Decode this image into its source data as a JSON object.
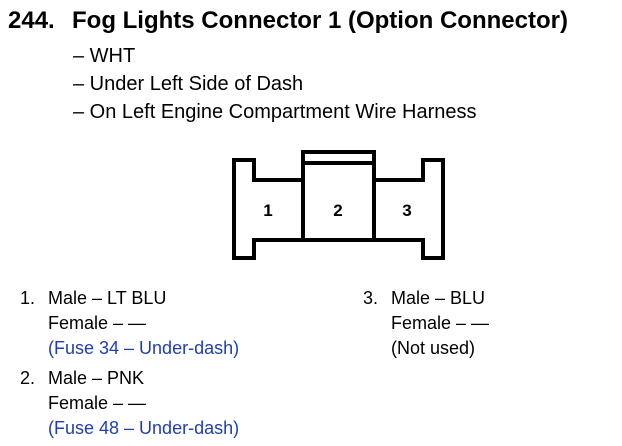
{
  "title": {
    "number": "244.",
    "text": "Fog Lights Connector 1 (Option Connector)"
  },
  "description": [
    "– WHT",
    "– Under Left Side of Dash",
    "– On Left Engine Compartment Wire Harness"
  ],
  "connector": {
    "pins": [
      "1",
      "2",
      "3"
    ]
  },
  "pins": [
    {
      "index": "1.",
      "male": "Male – LT BLU",
      "female": "Female – —",
      "note": "(Fuse 34 – Under-dash)"
    },
    {
      "index": "2.",
      "male": "Male – PNK",
      "female": "Female – —",
      "note": "(Fuse 48 – Under-dash)"
    },
    {
      "index": "3.",
      "male": "Male – BLU",
      "female": "Female – —",
      "note": "(Not used)"
    }
  ],
  "colors": {
    "note_blue": "#1f3fb0",
    "text": "#000000"
  }
}
